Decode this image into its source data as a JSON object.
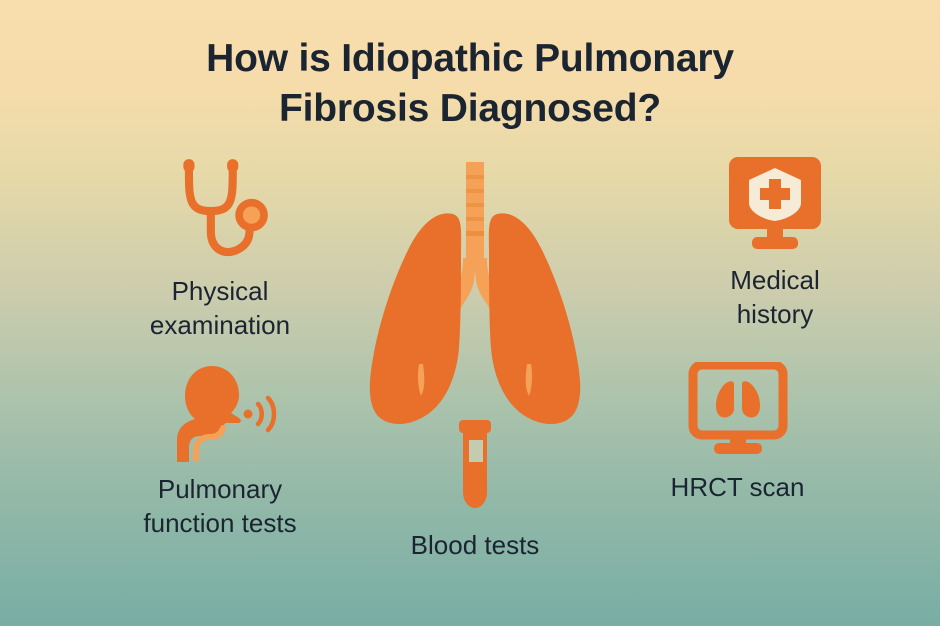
{
  "page": {
    "title_line1": "How is Idiopathic Pulmonary",
    "title_line2": "Fibrosis Diagnosed?",
    "background_top_color": "#F8DDAD",
    "background_mid_color": "#C9CBAE",
    "background_bottom_color": "#78AEA4",
    "accent_color": "#E8702A",
    "accent_light_color": "#F5A158",
    "text_color": "#1B2531"
  },
  "center_figure": {
    "name": "lungs-illustration",
    "icon": "lungs-icon",
    "body_color": "#E8702A",
    "airway_color": "#F5A158"
  },
  "items": [
    {
      "id": "physical-examination",
      "label": "Physical\nexamination",
      "icon": "stethoscope-icon",
      "color": "#E8702A"
    },
    {
      "id": "pulmonary-function-tests",
      "label": "Pulmonary\nfunction tests",
      "icon": "breathing-head-icon",
      "color": "#E8702A"
    },
    {
      "id": "blood-tests",
      "label": "Blood tests",
      "icon": "test-tube-icon",
      "color": "#E8702A"
    },
    {
      "id": "medical-history",
      "label": "Medical\nhistory",
      "icon": "monitor-medical-cross-icon",
      "color": "#E8702A"
    },
    {
      "id": "hrct-scan",
      "label": "HRCT scan",
      "icon": "monitor-lungs-icon",
      "color": "#E8702A"
    }
  ]
}
